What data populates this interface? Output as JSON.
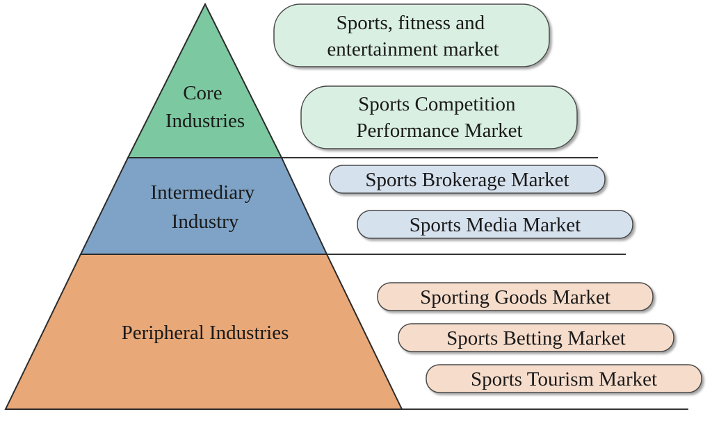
{
  "tiers": [
    {
      "name": "Core Industries",
      "label_lines": [
        "Core",
        "Industries"
      ],
      "fill": "#7cc8a0",
      "pill_fill": "#d9efe2",
      "markets": [
        [
          "Sports, fitness and",
          "entertainment market"
        ],
        [
          "Sports Competition",
          "Performance Market"
        ]
      ]
    },
    {
      "name": "Intermediary Industry",
      "label_lines": [
        "Intermediary",
        "Industry"
      ],
      "fill": "#7fa3c6",
      "pill_fill": "#d6e1ee",
      "markets": [
        [
          "Sports Brokerage Market"
        ],
        [
          "Sports Media Market"
        ]
      ]
    },
    {
      "name": "Peripheral Industries",
      "label_lines": [
        "Peripheral Industries"
      ],
      "fill": "#e8a878",
      "pill_fill": "#f6dccb",
      "markets": [
        [
          "Sporting Goods Market"
        ],
        [
          "Sports Betting Market"
        ],
        [
          "Sports Tourism Market"
        ]
      ]
    }
  ],
  "colors": {
    "outline": "#2b2b2b",
    "divider": "#333333",
    "pill_border": "#4a4a4a"
  }
}
